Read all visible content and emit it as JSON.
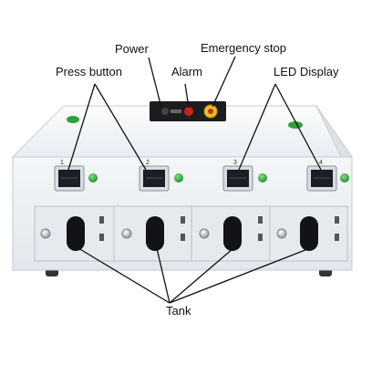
{
  "labels": {
    "power": "Power",
    "emergency_stop": "Emergency stop",
    "press_button": "Press button",
    "alarm": "Alarm",
    "led_display": "LED Display",
    "tank": "Tank"
  },
  "channels": [
    "1",
    "2",
    "3",
    "4"
  ],
  "colors": {
    "body": "#f2f4f6",
    "green_button": "#2fa23a",
    "alarm_red": "#c8231b",
    "estop_yellow": "#e8c31c",
    "leader_line": "#111111"
  }
}
